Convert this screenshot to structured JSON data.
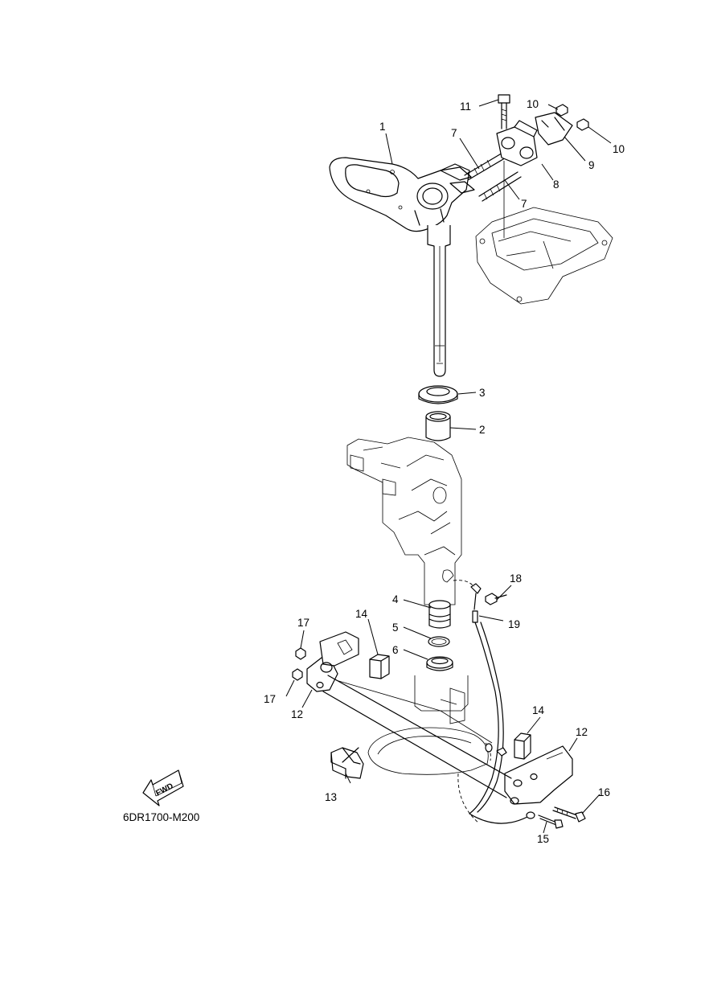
{
  "diagram_code": "6DR1700-M200",
  "fwd_label": "FWD",
  "callouts": {
    "c1": "1",
    "c2": "2",
    "c3": "3",
    "c4": "4",
    "c5": "5",
    "c6": "6",
    "c7a": "7",
    "c7b": "7",
    "c8": "8",
    "c9": "9",
    "c10a": "10",
    "c10b": "10",
    "c11": "11",
    "c12a": "12",
    "c12b": "12",
    "c13": "13",
    "c14a": "14",
    "c14b": "14",
    "c15": "15",
    "c16": "16",
    "c17a": "17",
    "c17b": "17",
    "c18": "18",
    "c19": "19"
  }
}
